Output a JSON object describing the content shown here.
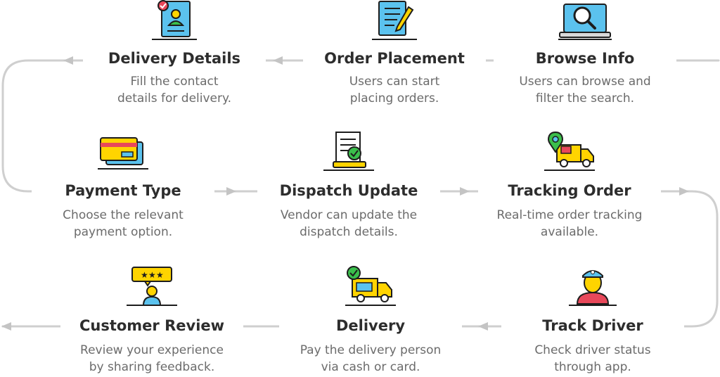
{
  "colors": {
    "line": "#cfcfcf",
    "arrow": "#c4c4c4",
    "title": "#2d2d2d",
    "description": "#6b6b6b",
    "icon_blue": "#5bc2ee",
    "icon_yellow": "#ffd400",
    "icon_green": "#3bbf4c",
    "icon_red": "#e8485a",
    "icon_outline": "#1d1d1d"
  },
  "steps": [
    {
      "id": "browse-info",
      "title": "Browse Info",
      "desc_line1": "Users can browse and",
      "desc_line2": "filter the search.",
      "icon": "search-laptop-icon"
    },
    {
      "id": "order-placement",
      "title": "Order Placement",
      "desc_line1": "Users can start",
      "desc_line2": "placing orders.",
      "icon": "order-form-icon"
    },
    {
      "id": "delivery-details",
      "title": "Delivery Details",
      "desc_line1": "Fill the contact",
      "desc_line2": "details for delivery.",
      "icon": "contact-form-icon"
    },
    {
      "id": "payment-type",
      "title": "Payment Type",
      "desc_line1": "Choose the relevant",
      "desc_line2": "payment option.",
      "icon": "credit-card-icon"
    },
    {
      "id": "dispatch-update",
      "title": "Dispatch Update",
      "desc_line1": "Vendor can update the",
      "desc_line2": "dispatch details.",
      "icon": "receipt-check-icon"
    },
    {
      "id": "tracking-order",
      "title": "Tracking Order",
      "desc_line1": "Real-time order tracking",
      "desc_line2": "available.",
      "icon": "truck-location-icon"
    },
    {
      "id": "track-driver",
      "title": "Track Driver",
      "desc_line1": "Check driver status",
      "desc_line2": "through app.",
      "icon": "driver-icon"
    },
    {
      "id": "delivery",
      "title": "Delivery",
      "desc_line1": "Pay the delivery person",
      "desc_line2": "via cash or card.",
      "icon": "delivery-truck-check-icon"
    },
    {
      "id": "customer-review",
      "title": "Customer Review",
      "desc_line1": "Review your experience",
      "desc_line2": "by sharing feedback.",
      "icon": "rating-review-icon"
    }
  ]
}
